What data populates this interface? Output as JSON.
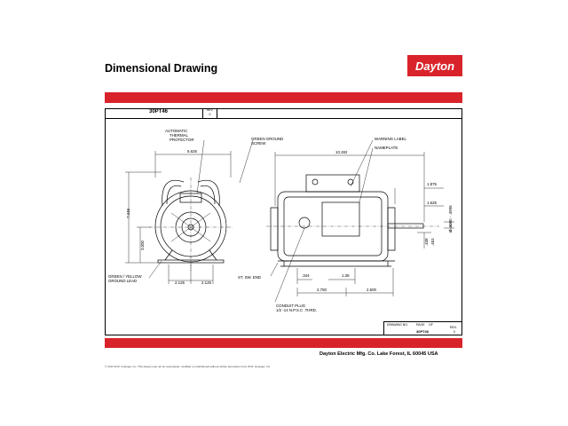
{
  "title": "Dimensional Drawing",
  "brand": "Dayton",
  "header": {
    "part_no": "30PT46",
    "rev_label": "REV.",
    "rev_value": "0"
  },
  "labels": {
    "automatic": "AUTOMATIC",
    "thermal": "THERMAL",
    "protector": "PROTECTOR",
    "green_ground": "GREEN GROUND",
    "screw": "SCREW",
    "warning_label": "WARNING LABEL",
    "nameplate": "NAMEPLATE",
    "green_yellow": "GREEN / YELLOW",
    "ground_lead": "GROUND LEAD",
    "st_sw_end": "ST. SW. END",
    "conduit_plug": "CONDUIT PLUG",
    "conduit_thread": "1/2 -14 N.P.S.C .THRD."
  },
  "dims": {
    "d5625": "5.625",
    "d7348": "7.348",
    "d3000": "3.000",
    "d2125a": "2.125",
    "d2125b": "2.125",
    "d10282": "10.282",
    "d1875": "1.875",
    "d1625": "1.625",
    "shaft": "Ø .5000 - .4995",
    "d438": ".438",
    "d453": ".453",
    "d344": ".344",
    "d138": "1.38",
    "d2750": "2.750",
    "d2500": "2.500"
  },
  "title_block": {
    "drawing_no_label": "DRAWING NO.",
    "page_label": "PAGE",
    "of_label": "OF",
    "rev_label": "REV.",
    "drawing_no": "30PT46",
    "rev": "0"
  },
  "footer": {
    "address": "Dayton Electric Mfg. Co.  Lake Forest, IL  60045  USA",
    "copyright": "© 2013 W.W. Grainger, Inc.   This design may not be reproduced, modified or redistributed without written permission from W.W. Grainger, Inc."
  },
  "colors": {
    "accent_red": "#d9232a"
  }
}
